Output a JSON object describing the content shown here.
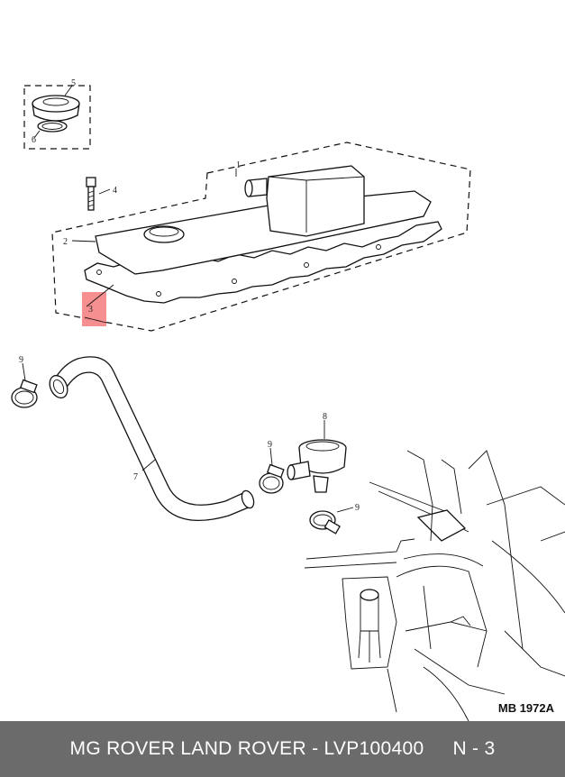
{
  "callouts": {
    "c1": "1",
    "c2": "2",
    "c3": "3",
    "c4": "4",
    "c5": "5",
    "c6": "6",
    "c7": "7",
    "c8": "8",
    "c9a": "9",
    "c9b": "9",
    "c9c": "9"
  },
  "diagram_code": "MB 1972A",
  "footer": {
    "part_text": "MG ROVER LAND ROVER - LVP100400",
    "ref_text": "N - 3"
  },
  "colors": {
    "highlight": "#f47c7c",
    "footer_bg": "#6b6b6b",
    "footer_text": "#ffffff"
  }
}
